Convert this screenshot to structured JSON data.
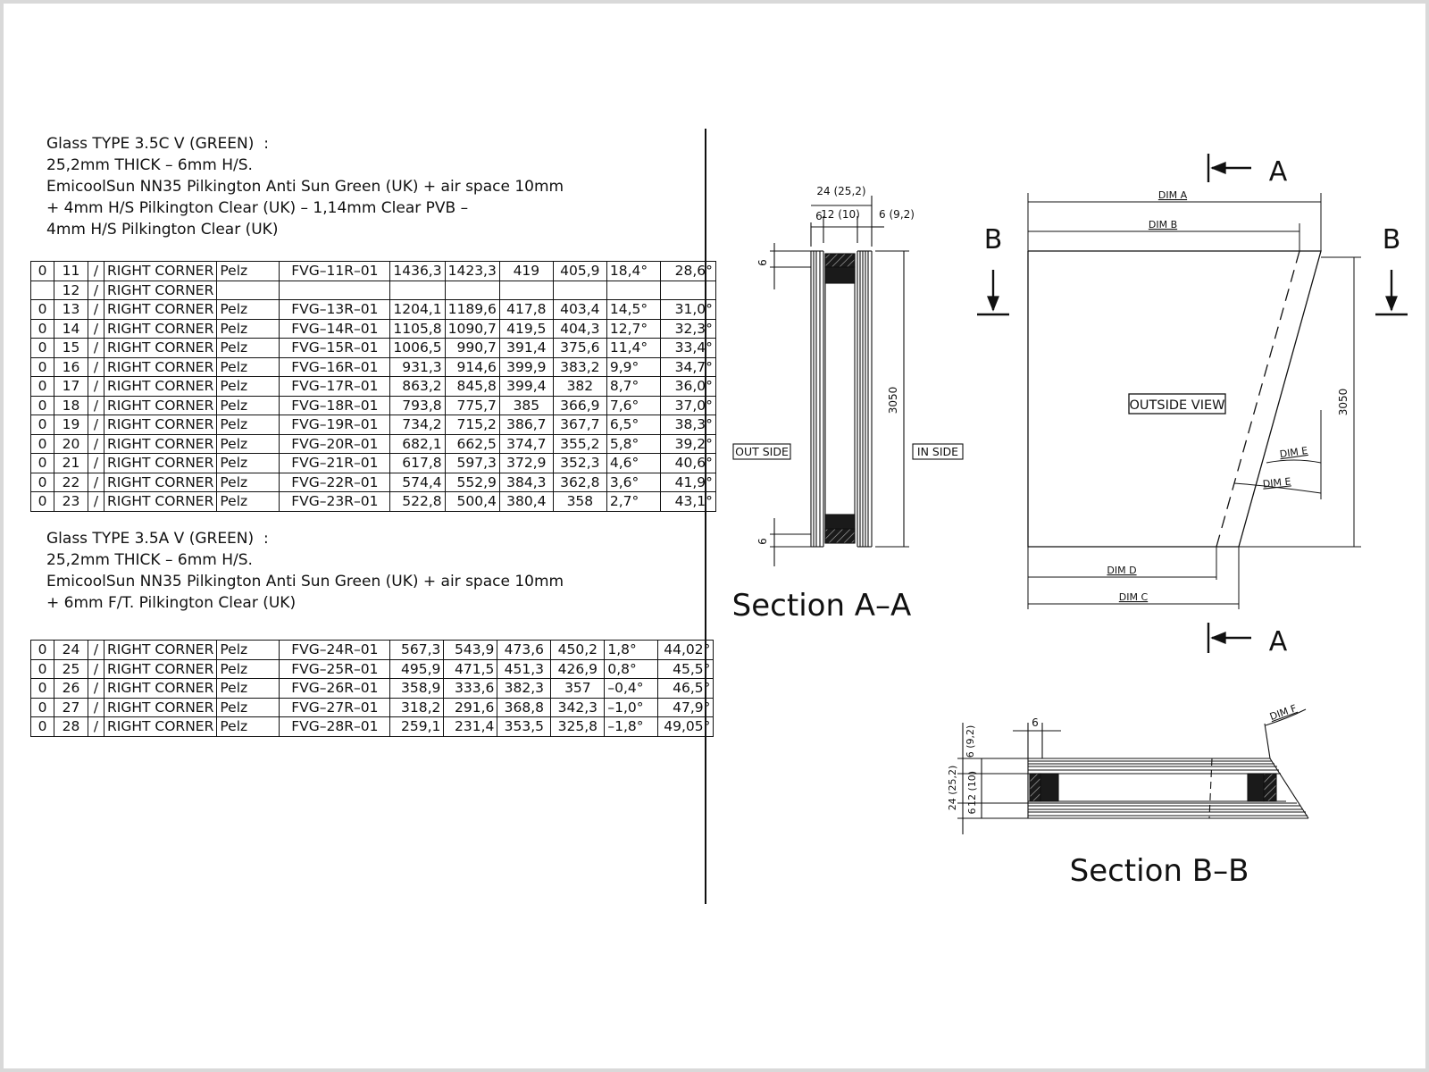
{
  "notes": {
    "type_35c": [
      "Glass TYPE 3.5C V (GREEN)  :",
      "25,2mm THICK – 6mm H/S.",
      "EmicoolSun NN35 Pilkington Anti Sun Green (UK) + air space 10mm",
      "+ 4mm H/S Pilkington Clear (UK) – 1,14mm Clear PVB –",
      "4mm H/S Pilkington Clear (UK)"
    ],
    "type_35a": [
      "Glass TYPE 3.5A V (GREEN)  :",
      "25,2mm THICK – 6mm H/S.",
      "EmicoolSun NN35 Pilkington Anti Sun Green (UK) + air space 10mm",
      "+ 6mm F/T. Pilkington Clear (UK)"
    ]
  },
  "table_35c": [
    [
      "0",
      "11",
      "/",
      "RIGHT CORNER",
      "Pelz",
      "FVG–11R–01",
      "1436,3",
      "1423,3",
      "419",
      "405,9",
      "18,4°",
      "28,6°"
    ],
    [
      "",
      "12",
      "/",
      "RIGHT CORNER",
      "",
      "",
      "",
      "",
      "",
      "",
      "",
      ""
    ],
    [
      "0",
      "13",
      "/",
      "RIGHT CORNER",
      "Pelz",
      "FVG–13R–01",
      "1204,1",
      "1189,6",
      "417,8",
      "403,4",
      "14,5°",
      "31,0°"
    ],
    [
      "0",
      "14",
      "/",
      "RIGHT CORNER",
      "Pelz",
      "FVG–14R–01",
      "1105,8",
      "1090,7",
      "419,5",
      "404,3",
      "12,7°",
      "32,3°"
    ],
    [
      "0",
      "15",
      "/",
      "RIGHT CORNER",
      "Pelz",
      "FVG–15R–01",
      "1006,5",
      "990,7",
      "391,4",
      "375,6",
      "11,4°",
      "33,4°"
    ],
    [
      "0",
      "16",
      "/",
      "RIGHT CORNER",
      "Pelz",
      "FVG–16R–01",
      "931,3",
      "914,6",
      "399,9",
      "383,2",
      "9,9°",
      "34,7°"
    ],
    [
      "0",
      "17",
      "/",
      "RIGHT CORNER",
      "Pelz",
      "FVG–17R–01",
      "863,2",
      "845,8",
      "399,4",
      "382",
      "8,7°",
      "36,0°"
    ],
    [
      "0",
      "18",
      "/",
      "RIGHT CORNER",
      "Pelz",
      "FVG–18R–01",
      "793,8",
      "775,7",
      "385",
      "366,9",
      "7,6°",
      "37,0°"
    ],
    [
      "0",
      "19",
      "/",
      "RIGHT CORNER",
      "Pelz",
      "FVG–19R–01",
      "734,2",
      "715,2",
      "386,7",
      "367,7",
      "6,5°",
      "38,3°"
    ],
    [
      "0",
      "20",
      "/",
      "RIGHT CORNER",
      "Pelz",
      "FVG–20R–01",
      "682,1",
      "662,5",
      "374,7",
      "355,2",
      "5,8°",
      "39,2°"
    ],
    [
      "0",
      "21",
      "/",
      "RIGHT CORNER",
      "Pelz",
      "FVG–21R–01",
      "617,8",
      "597,3",
      "372,9",
      "352,3",
      "4,6°",
      "40,6°"
    ],
    [
      "0",
      "22",
      "/",
      "RIGHT CORNER",
      "Pelz",
      "FVG–22R–01",
      "574,4",
      "552,9",
      "384,3",
      "362,8",
      "3,6°",
      "41,9°"
    ],
    [
      "0",
      "23",
      "/",
      "RIGHT CORNER",
      "Pelz",
      "FVG–23R–01",
      "522,8",
      "500,4",
      "380,4",
      "358",
      "2,7°",
      "43,1°"
    ]
  ],
  "table_35a": [
    [
      "0",
      "24",
      "/",
      "RIGHT CORNER",
      "Pelz",
      "FVG–24R–01",
      "567,3",
      "543,9",
      "473,6",
      "450,2",
      "1,8°",
      "44,02°"
    ],
    [
      "0",
      "25",
      "/",
      "RIGHT CORNER",
      "Pelz",
      "FVG–25R–01",
      "495,9",
      "471,5",
      "451,3",
      "426,9",
      "0,8°",
      "45,5°"
    ],
    [
      "0",
      "26",
      "/",
      "RIGHT CORNER",
      "Pelz",
      "FVG–26R–01",
      "358,9",
      "333,6",
      "382,3",
      "357",
      "–0,4°",
      "46,5°"
    ],
    [
      "0",
      "27",
      "/",
      "RIGHT CORNER",
      "Pelz",
      "FVG–27R–01",
      "318,2",
      "291,6",
      "368,8",
      "342,3",
      "–1,0°",
      "47,9°"
    ],
    [
      "0",
      "28",
      "/",
      "RIGHT CORNER",
      "Pelz",
      "FVG–28R–01",
      "259,1",
      "231,4",
      "353,5",
      "325,8",
      "–1,8°",
      "49,05°"
    ]
  ],
  "section_aa": {
    "title": "Section A–A",
    "dim_total": "24 (25,2)",
    "dim_gap": "12 (10)",
    "dim_left": "6",
    "dim_right": "6 (9,2)",
    "dim_top": "6",
    "dim_bottom": "6",
    "dim_height": "3050",
    "label_out": "OUT SIDE",
    "label_in": "IN SIDE"
  },
  "outside_view": {
    "label": "OUTSIDE VIEW",
    "dim_a": "DIM A",
    "dim_b": "DIM B",
    "dim_c": "DIM C",
    "dim_d": "DIM D",
    "dim_e": "DIM E",
    "dim_f": "DIM F",
    "dim_height": "3050",
    "marker_a": "A",
    "marker_b": "B"
  },
  "section_bb": {
    "title": "Section B–B",
    "dim_top": "6",
    "dim_outer": "6 (9,2)",
    "dim_total": "24 (25,2)",
    "dim_gap": "12 (10)",
    "dim_inner": "6",
    "dim_f": "DIM F"
  }
}
